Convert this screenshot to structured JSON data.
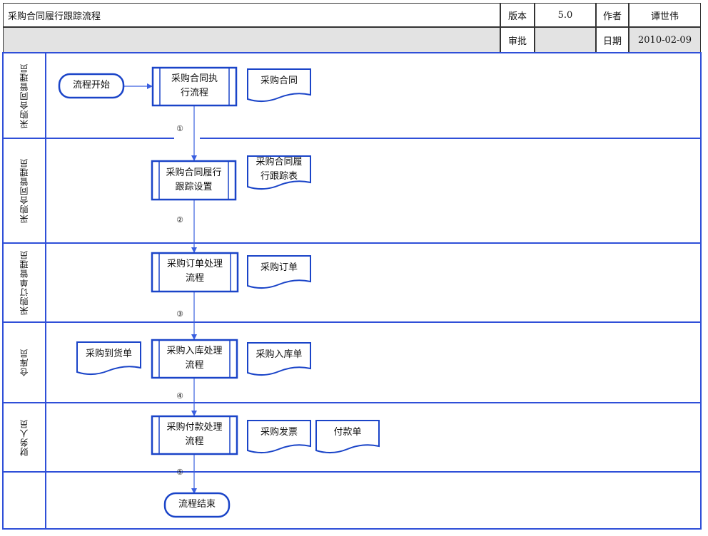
{
  "header": {
    "title": "采购合同履行跟踪流程",
    "version_label": "版本",
    "version_value": "5.0",
    "author_label": "作者",
    "author_value": "谭世伟",
    "approve_label": "审批",
    "approve_value": "",
    "date_label": "日期",
    "date_value": "2010-02-09"
  },
  "lanes": [
    "采购合同管理员",
    "采购合同管理员",
    "采购订单管理员",
    "仓库员",
    "财务人员",
    ""
  ],
  "terminals": {
    "start": "流程开始",
    "end": "流程结束"
  },
  "processes": [
    {
      "line1": "采购合同执",
      "line2": "行流程"
    },
    {
      "line1": "采购合同履行",
      "line2": "跟踪设置"
    },
    {
      "line1": "采购订单处理",
      "line2": "流程"
    },
    {
      "line1": "采购入库处理",
      "line2": "流程"
    },
    {
      "line1": "采购付款处理",
      "line2": "流程"
    }
  ],
  "documents": [
    {
      "line1": "采购合同",
      "line2": ""
    },
    {
      "line1": "采购合同履",
      "line2": "行跟踪表"
    },
    {
      "line1": "采购订单",
      "line2": ""
    },
    {
      "line1": "采购到货单",
      "line2": ""
    },
    {
      "line1": "采购入库单",
      "line2": ""
    },
    {
      "line1": "采购发票",
      "line2": ""
    },
    {
      "line1": "付款单",
      "line2": ""
    }
  ],
  "steps": [
    "①",
    "②",
    "③",
    "④",
    "⑤"
  ],
  "colors": {
    "lane_border": "#2f4fd8",
    "shape_border": "#1a44c8",
    "shape_fill": "#ffffff",
    "header_fill": "#e3e3e3",
    "arrow": "#4a6ee0"
  }
}
